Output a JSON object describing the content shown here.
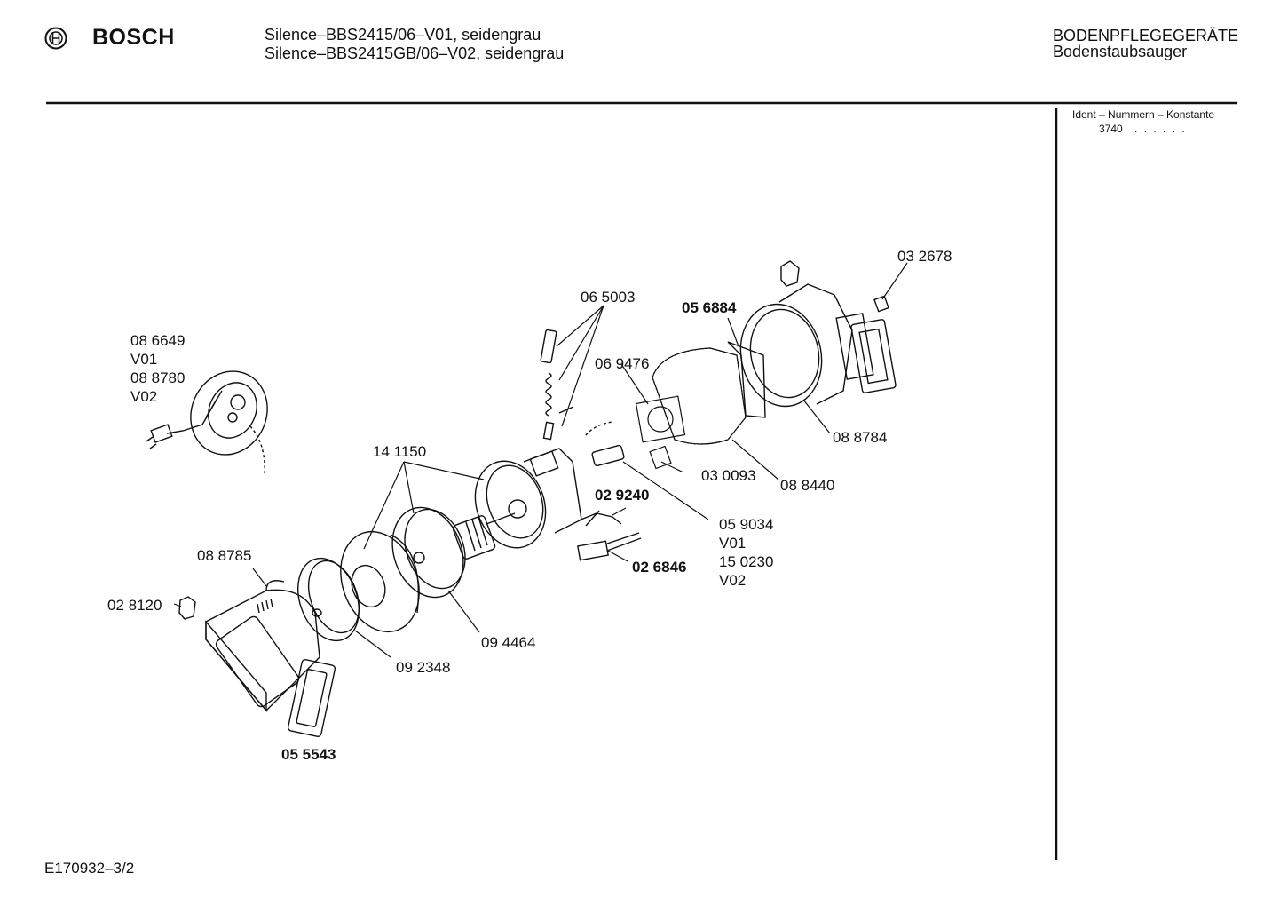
{
  "header": {
    "brand": "BOSCH",
    "models": [
      "Silence–BBS2415/06–V01, seidengrau",
      "Silence–BBS2415GB/06–V02, seidengrau"
    ],
    "category": "BODENPFLEGEGERÄTE",
    "subcategory": "Bodenstaubsauger"
  },
  "ident": {
    "title": "Ident – Nummern – Konstante",
    "value": "3740",
    "dots": ". .   . . . ."
  },
  "parts": {
    "p086649": "08 6649",
    "v01_a": "V01",
    "p088780": "08 8780",
    "v02_a": "V02",
    "p065003": "06 5003",
    "p056884": "05 6884",
    "p032678": "03 2678",
    "p069476": "06 9476",
    "p088784": "08 8784",
    "p141150": "14 1150",
    "p030093": "03 0093",
    "p088440": "08 8440",
    "p029240": "02 9240",
    "p059034": "05 9034",
    "v01_b": "V01",
    "p150230": "15 0230",
    "v02_b": "V02",
    "p026846": "02 6846",
    "p088785": "08 8785",
    "p028120": "02 8120",
    "p094464": "09 4464",
    "p092348": "09 2348",
    "p055543": "05 5543"
  },
  "footer": {
    "code": "E170932–3/2"
  }
}
